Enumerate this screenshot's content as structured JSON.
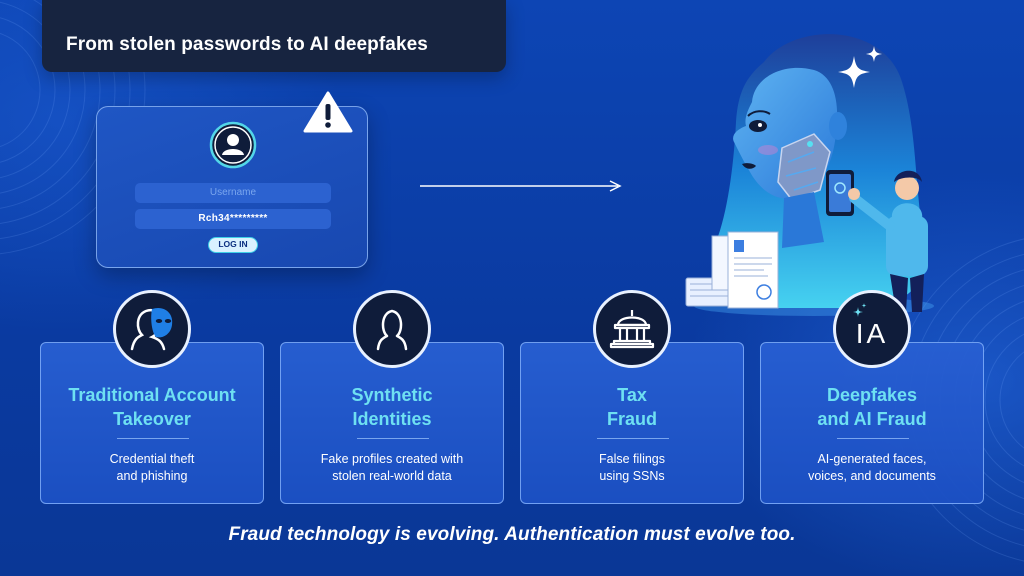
{
  "title": "From stolen passwords to AI deepfakes",
  "login_card": {
    "username_placeholder": "Username",
    "password_value": "Rch34*********",
    "login_label": "LOG IN"
  },
  "cards": [
    {
      "title_line1": "Traditional Account",
      "title_line2": "Takeover",
      "desc_line1": "Credential theft",
      "desc_line2": "and phishing",
      "icon": "masked-face-icon"
    },
    {
      "title_line1": "Synthetic",
      "title_line2": "Identities",
      "desc_line1": "Fake profiles created with",
      "desc_line2": "stolen real-world data",
      "icon": "person-outline-icon"
    },
    {
      "title_line1": "Tax",
      "title_line2": "Fraud",
      "desc_line1": "False filings",
      "desc_line2": "using SSNs",
      "icon": "government-building-icon"
    },
    {
      "title_line1": "Deepfakes",
      "title_line2": "and AI Fraud",
      "desc_line1": "AI-generated faces,",
      "desc_line2": "voices, and documents",
      "icon": "ai-sparkle-icon"
    }
  ],
  "ai_icon_text": "IA",
  "tagline": "Fraud technology is evolving. Authentication must evolve too.",
  "colors": {
    "background": "#0b3fa8",
    "title_bar": "#172440",
    "card_title": "#6ee0f2",
    "badge_bg": "#0f1c3a"
  }
}
